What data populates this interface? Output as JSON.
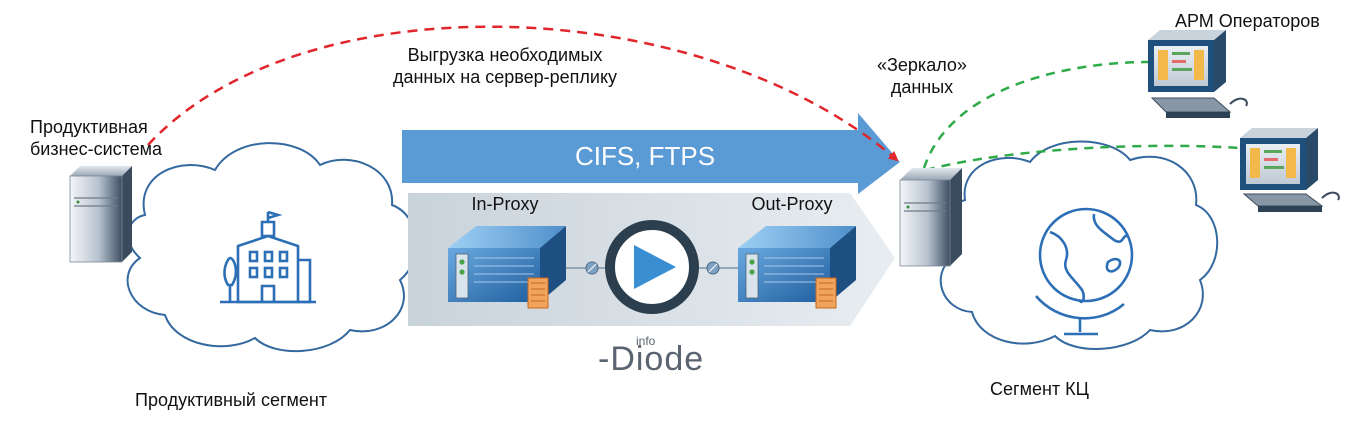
{
  "labels": {
    "upload_line1": "Выгрузка необходимых",
    "upload_line2": "данных на сервер-реплику",
    "prod_system_line1": "Продуктивная",
    "prod_system_line2": "бизнес-система",
    "mirror_line1": "«Зеркало»",
    "mirror_line2": "данных",
    "operators": "АРМ Операторов",
    "protocol_arrow": "CIFS, FTPS",
    "in_proxy": "In-Proxy",
    "out_proxy": "Out-Proxy",
    "prod_segment": "Продуктивный сегмент",
    "kc_segment": "Сегмент КЦ"
  },
  "logo": {
    "main": "-Diode",
    "super": "info"
  },
  "colors": {
    "upload_line": "#e0262b",
    "operator_lines": "#2eaa48",
    "protocol_arrow": "#5b9bd5",
    "cloud_stroke": "#34699f",
    "icon_stroke": "#2d6fb6",
    "proxy_band": "#d5dde3",
    "play_ring": "#2b3f4e",
    "play_triangle": "#3a8fd3"
  },
  "icons": [
    "server-icon",
    "building-icon",
    "globe-icon",
    "workstation-icon",
    "proxy-server-icon",
    "play-icon"
  ]
}
